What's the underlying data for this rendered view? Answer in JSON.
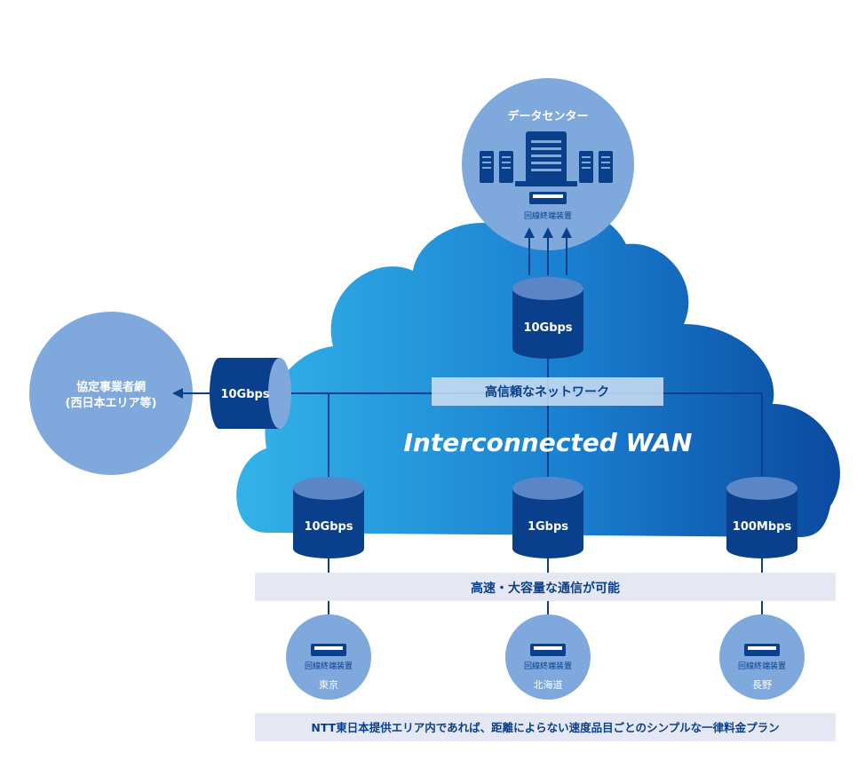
{
  "data_center": {
    "label": "データセンター",
    "device_label": "回線終端装置"
  },
  "partner_network": {
    "line1": "協定事業者網",
    "line2": "(西日本エリア等)"
  },
  "cloud": {
    "title": "Interconnected WAN",
    "band_label": "高信頼なネットワーク"
  },
  "cylinders": {
    "top": "10Gbps",
    "left": "10Gbps",
    "b1": "10Gbps",
    "b2": "1Gbps",
    "b3": "100Mbps"
  },
  "speed_band": "高速・大容量な通信が可能",
  "sites": [
    {
      "device_label": "回線終端装置",
      "name": "東京"
    },
    {
      "device_label": "回線終端装置",
      "name": "北海道"
    },
    {
      "device_label": "回線終端装置",
      "name": "長野"
    }
  ],
  "footer": "NTT東日本提供エリア内であれば、距離によらない速度品目ごとのシンプルな一律料金プラン",
  "colors": {
    "cloud_light": "#33b3e8",
    "cloud_dark": "#0a4aa0",
    "circle_fill": "#7fa9dc",
    "cylinder_dark": "#0a3f8c",
    "band_fill": "#e5e8f2",
    "accent_text": "#0a3f8c"
  }
}
